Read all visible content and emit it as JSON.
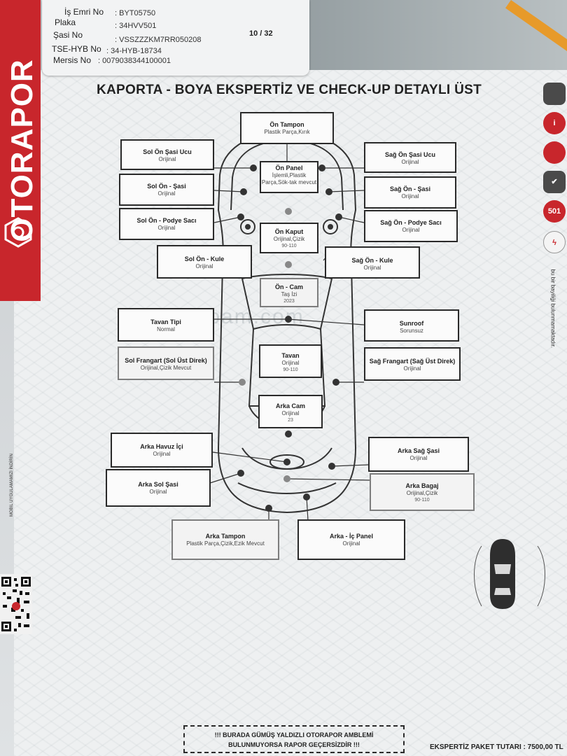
{
  "header": {
    "rows": [
      {
        "label": "İş Emri No",
        "value": ": BYT05750"
      },
      {
        "label": "Plaka",
        "value": ": 34HVV501"
      },
      {
        "label": "Şasi No",
        "value": ": VSSZZZKM7RR050208"
      },
      {
        "label": "TSE-HYB No",
        "value": ": 34-HYB-18734"
      },
      {
        "label": "Mersis No",
        "value": ": 0079038344100001"
      }
    ],
    "page": "10 / 32"
  },
  "brand": {
    "name": "OTORAPOR",
    "color": "#c8262c"
  },
  "document": {
    "title": "KAPORTA - BOYA EKSPERTİZ VE CHECK-UP DETAYLI ÜST",
    "watermark": "arabam.com",
    "side_note": "bu bir bayiliği bulunmamaktadır.",
    "left_note": "MOBIL UYGULAMAMIZI İNDİRİN",
    "badge_501": "501"
  },
  "parts": [
    {
      "id": "on-tampon",
      "title": "Ön Tampon",
      "status": "Plastik Parça,Kırık",
      "note": "",
      "light": false
    },
    {
      "id": "sol-on-sasi-ucu",
      "title": "Sol Ön Şasi Ucu",
      "status": "Orijinal",
      "note": "",
      "light": false
    },
    {
      "id": "sol-on-sasi",
      "title": "Sol Ön - Şasi",
      "status": "Orijinal",
      "note": "",
      "light": false
    },
    {
      "id": "sol-on-podye",
      "title": "Sol Ön - Podye Sacı",
      "status": "Orijinal",
      "note": "",
      "light": false
    },
    {
      "id": "on-panel",
      "title": "Ön Panel",
      "status": "İşlemli,Plastik Parça,Sök-tak mevcut",
      "note": "",
      "light": false
    },
    {
      "id": "sag-on-sasi-ucu",
      "title": "Sağ Ön Şasi Ucu",
      "status": "Orijinal",
      "note": "",
      "light": false
    },
    {
      "id": "sag-on-sasi",
      "title": "Sağ Ön - Şasi",
      "status": "Orijinal",
      "note": "",
      "light": false
    },
    {
      "id": "sag-on-podye",
      "title": "Sağ Ön - Podye Sacı",
      "status": "Orijinal",
      "note": "",
      "light": false
    },
    {
      "id": "on-kaput",
      "title": "Ön Kaput",
      "status": "Orijinal,Çizik",
      "note": "90-110",
      "light": false
    },
    {
      "id": "sol-on-kule",
      "title": "Sol Ön - Kule",
      "status": "Orijinal",
      "note": "",
      "light": false
    },
    {
      "id": "sag-on-kule",
      "title": "Sağ Ön - Kule",
      "status": "Orijinal",
      "note": "",
      "light": false
    },
    {
      "id": "on-cam",
      "title": "Ön - Cam",
      "status": "Taş İzi",
      "note": "2023",
      "light": true
    },
    {
      "id": "tavan-tipi",
      "title": "Tavan Tipi",
      "status": "Normal",
      "note": "",
      "light": false
    },
    {
      "id": "sunroof",
      "title": "Sunroof",
      "status": "Sorunsuz",
      "note": "",
      "light": false
    },
    {
      "id": "sol-frangart",
      "title": "Sol Frangart (Sol Üst Direk)",
      "status": "Orijinal,Çizik Mevcut",
      "note": "",
      "light": true
    },
    {
      "id": "tavan",
      "title": "Tavan",
      "status": "Orijinal",
      "note": "90-110",
      "light": false
    },
    {
      "id": "sag-frangart",
      "title": "Sağ Frangart (Sağ Üst Direk)",
      "status": "Orijinal",
      "note": "",
      "light": false
    },
    {
      "id": "arka-cam",
      "title": "Arka Cam",
      "status": "Orijinal",
      "note": "23",
      "light": false
    },
    {
      "id": "arka-havuz",
      "title": "Arka Havuz İçi",
      "status": "Orijinal",
      "note": "",
      "light": false
    },
    {
      "id": "arka-sag-sasi",
      "title": "Arka Sağ Şasi",
      "status": "Orijinal",
      "note": "",
      "light": false
    },
    {
      "id": "arka-sol-sasi",
      "title": "Arka Sol Şasi",
      "status": "Orijinal",
      "note": "",
      "light": false
    },
    {
      "id": "arka-bagaj",
      "title": "Arka Bagaj",
      "status": "Orijinal,Çizik",
      "note": "90-110",
      "light": true
    },
    {
      "id": "arka-tampon",
      "title": "Arka Tampon",
      "status": "Plastik Parça,Çizik,Ezik Mevcut",
      "note": "",
      "light": true
    },
    {
      "id": "arka-ic-panel",
      "title": "Arka - İç Panel",
      "status": "Orijinal",
      "note": "",
      "light": false
    }
  ],
  "footer": {
    "warning_line1": "!!! BURADA GÜMÜŞ YALDIZLI OTORAPOR AMBLEMİ",
    "warning_line2": "BULUNMUYORSA RAPOR GEÇERSİZDİR !!!",
    "price": "EKSPERTİZ PAKET TUTARI : 7500,00 TL"
  },
  "colors": {
    "accent": "#c8262c",
    "ink": "#2a2a2a",
    "paper": "#eef0f1"
  }
}
